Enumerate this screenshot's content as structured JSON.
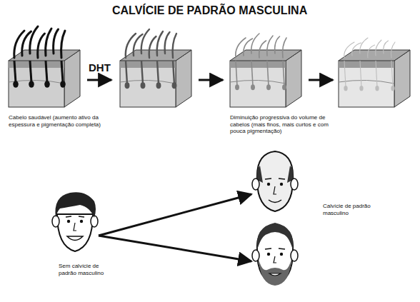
{
  "diagram": {
    "title": "CALVÍCIE DE PADRÃO MASCULINA",
    "labels": [
      "DHT",
      "Cabelo saudável (aumento ativo da espessura e pigmentação completa)",
      "Diminuição progressiva do volume de cabelos (mais finos, mais curtos e com pouca pigmentação)",
      "Sem calvície de padrão masculino",
      "Calvície de padrão masculino"
    ]
  }
}
